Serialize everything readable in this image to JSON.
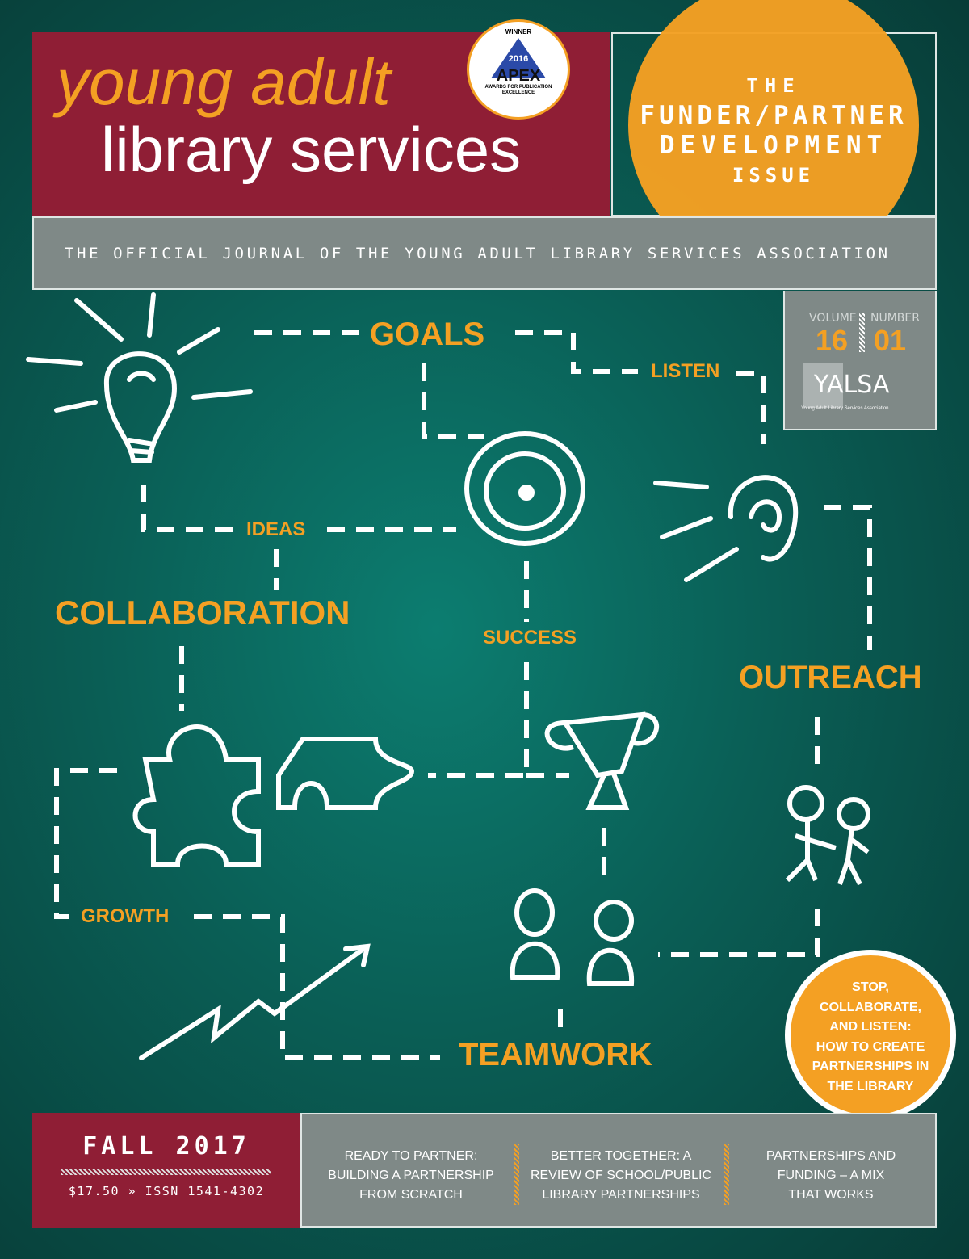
{
  "masthead": {
    "line1": "young adult",
    "line2": "library services"
  },
  "badge": {
    "winner": "WINNER",
    "year": "2016",
    "name": "APEX",
    "award": "AWARDS FOR PUBLICATION EXCELLENCE"
  },
  "issue": {
    "lines": [
      "THE",
      "FUNDER/PARTNER",
      "DEVELOPMENT",
      "ISSUE"
    ]
  },
  "tagline": "THE OFFICIAL JOURNAL OF THE YOUNG ADULT LIBRARY SERVICES ASSOCIATION",
  "volume": {
    "volume_label": "VOLUME",
    "volume": "16",
    "number_label": "NUMBER",
    "number": "01",
    "logo": "YALSA",
    "logo_sub": "Young Adult Library Services Association"
  },
  "labels": {
    "goals": "GOALS",
    "listen": "LISTEN",
    "ideas": "IDEAS",
    "collaboration": "COLLABORATION",
    "success": "SUCCESS",
    "outreach": "OUTREACH",
    "growth": "GROWTH",
    "teamwork": "TEAMWORK"
  },
  "feature": {
    "lines": [
      "STOP,",
      "COLLABORATE,",
      "AND LISTEN:",
      "HOW TO CREATE",
      "PARTNERSHIPS IN",
      "THE LIBRARY"
    ]
  },
  "footer": {
    "season": "FALL 2017",
    "price_issn": "$17.50 » ISSN 1541-4302",
    "articles": [
      [
        "READY TO PARTNER:",
        "BUILDING A PARTNERSHIP",
        "FROM SCRATCH"
      ],
      [
        "BETTER TOGETHER: A",
        "REVIEW OF SCHOOL/PUBLIC",
        "LIBRARY PARTNERSHIPS"
      ],
      [
        "PARTNERSHIPS AND",
        "FUNDING – A MIX",
        "THAT WORKS"
      ]
    ]
  },
  "colors": {
    "crimson": "#8f1e35",
    "orange": "#f4a023",
    "gray": "#7f8987",
    "teal": "#0c7d70"
  }
}
